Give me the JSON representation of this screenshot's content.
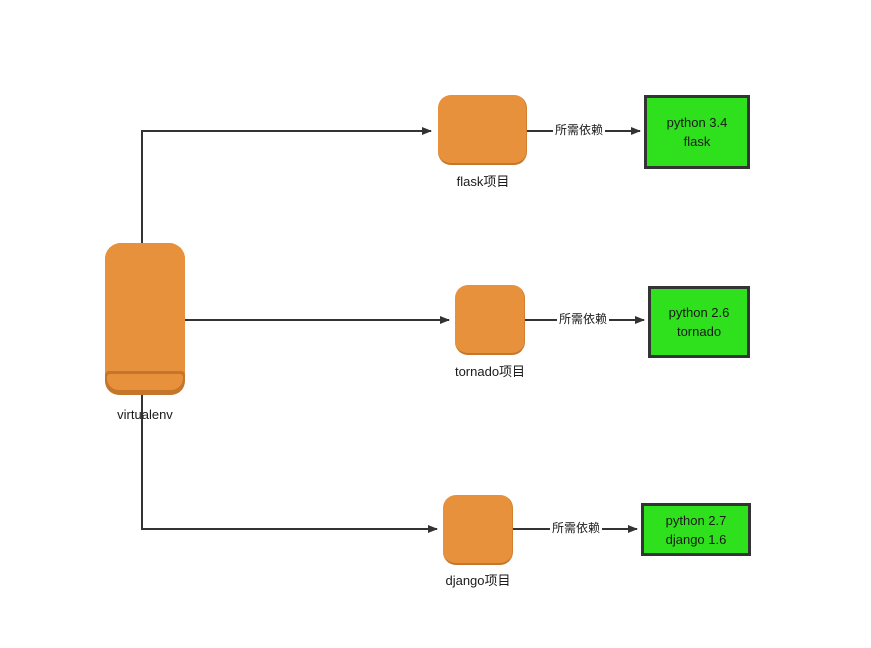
{
  "diagram": {
    "title": "virtualenv project dependency diagram",
    "background": "#ffffff",
    "colors": {
      "node_orange": "#e8913c",
      "node_orange_shadow": "#c4762a",
      "dependency_green": "#2fe01c",
      "border_dark": "#333333",
      "text": "#1a1a1a"
    },
    "root": {
      "label": "virtualenv"
    },
    "rows": [
      {
        "project_label": "flask项目",
        "edge_label": "所需依赖",
        "dependency_lines": [
          "python 3.4",
          "flask"
        ]
      },
      {
        "project_label": "tornado项目",
        "edge_label": "所需依赖",
        "dependency_lines": [
          "python 2.6",
          "tornado"
        ]
      },
      {
        "project_label": "django项目",
        "edge_label": "所需依赖",
        "dependency_lines": [
          "python 2.7",
          "django 1.6"
        ]
      }
    ]
  }
}
